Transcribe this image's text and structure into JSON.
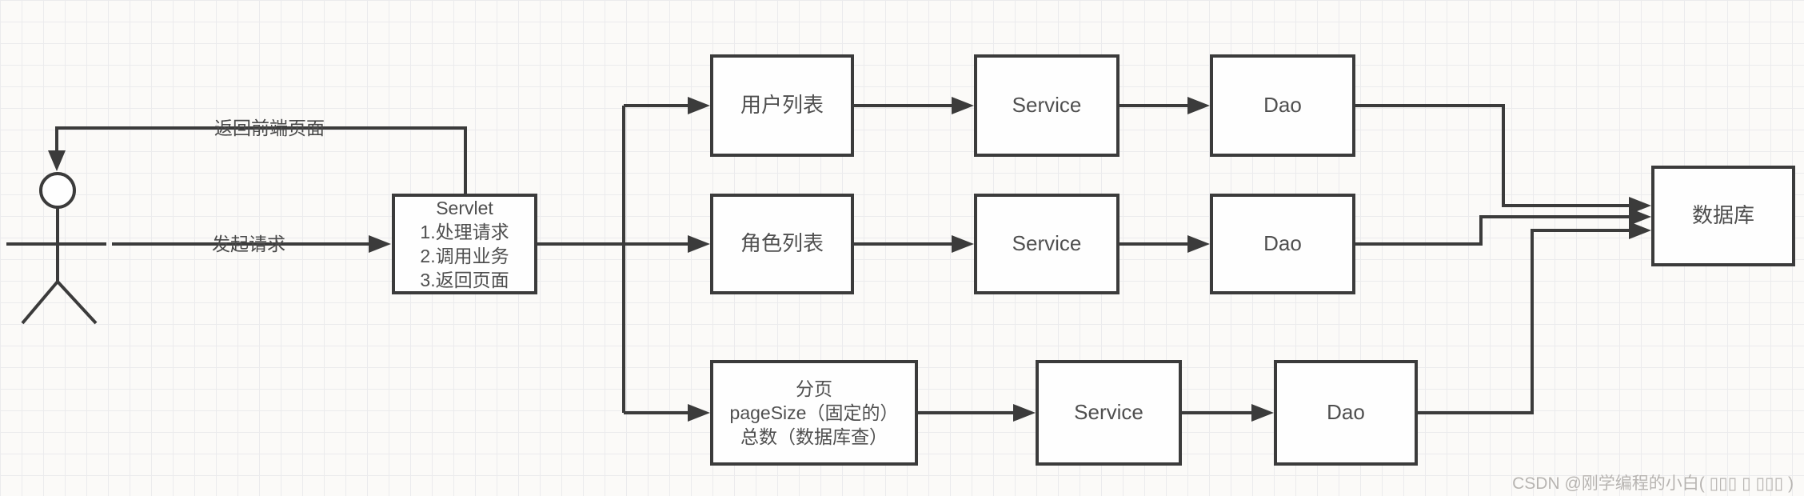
{
  "colors": {
    "background": "#fbfaf8",
    "grid_line": "#ebebed",
    "stroke": "#3b3b3b",
    "box_fill": "#fefefe",
    "box_text": "#4f4f4f",
    "label_text": "#4a4a4a",
    "watermark_text": "#b7b4b1"
  },
  "edges": {
    "request_label": "发起请求",
    "return_label": "返回前端页面"
  },
  "nodes": {
    "servlet": {
      "title": "Servlet",
      "steps": [
        "1.处理请求",
        "2.调用业务",
        "3.返回页面"
      ]
    },
    "user_list": {
      "label": "用户列表"
    },
    "role_list": {
      "label": "角色列表"
    },
    "paging": {
      "lines": [
        "分页",
        "pageSize（固定的）",
        "总数（数据库查）"
      ]
    },
    "service": {
      "label": "Service"
    },
    "dao": {
      "label": "Dao"
    },
    "database": {
      "label": "数据库"
    }
  },
  "watermark": {
    "text": "CSDN @刚学编程的小白( ▯▯▯ ▯ ▯▯▯ )"
  }
}
